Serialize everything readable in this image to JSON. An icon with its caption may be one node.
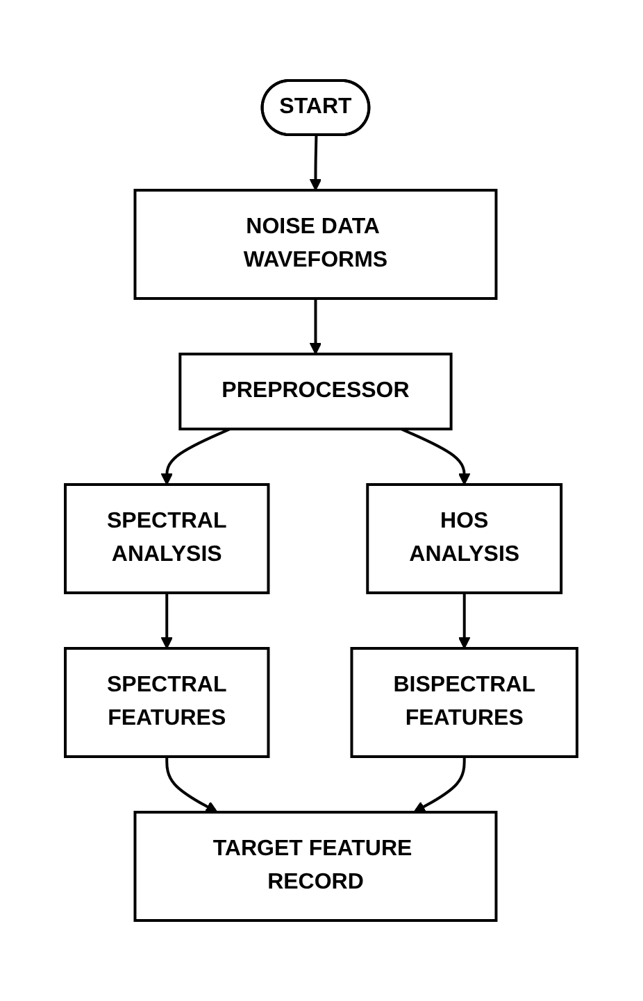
{
  "diagram": {
    "nodes": [
      {
        "text": [
          "START"
        ]
      },
      {
        "text": [
          "NOISE DATA WAVEFORMS"
        ]
      },
      {
        "text": [
          "PREPROCESSOR"
        ]
      },
      {
        "text": [
          "SPECTRAL ANALYSIS"
        ]
      },
      {
        "text": [
          "HOS ANALYSIS"
        ]
      },
      {
        "text": [
          "SPECTRAL FEATURES"
        ]
      },
      {
        "text": [
          "BISPECTRAL FEATURES"
        ]
      },
      {
        "text": [
          "TARGET FEATURE RECORD"
        ]
      }
    ],
    "edges": [
      {
        "from": 0,
        "to": 1,
        "arrow": "to"
      },
      {
        "from": 1,
        "to": 2,
        "arrow": "to"
      },
      {
        "from": 2,
        "to": 3,
        "arrow": "to"
      },
      {
        "from": 2,
        "to": 4,
        "arrow": "to"
      },
      {
        "from": 3,
        "to": 5,
        "arrow": "to"
      },
      {
        "from": 4,
        "to": 6,
        "arrow": "to"
      },
      {
        "from": 5,
        "to": 7,
        "arrow": "to"
      },
      {
        "from": 6,
        "to": 7,
        "arrow": "to"
      }
    ]
  }
}
